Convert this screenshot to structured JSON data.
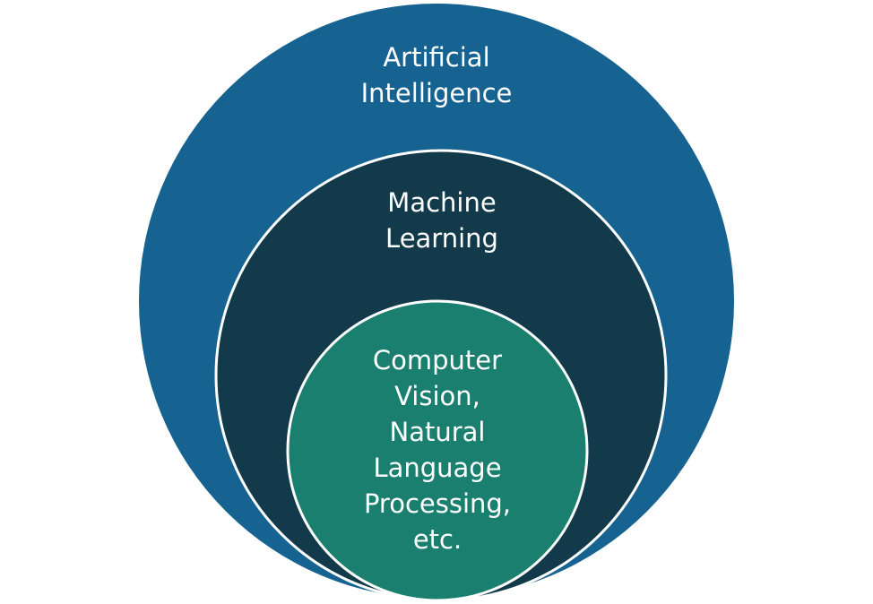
{
  "diagram": {
    "outer": {
      "label": "Artificial\nIntelligence",
      "color": "#166391"
    },
    "middle": {
      "label": "Machine\nLearning",
      "color": "#123a4b"
    },
    "inner": {
      "label": "Computer\nVision,\nNatural\nLanguage\nProcessing,\netc.",
      "color": "#1a7f6e"
    }
  }
}
